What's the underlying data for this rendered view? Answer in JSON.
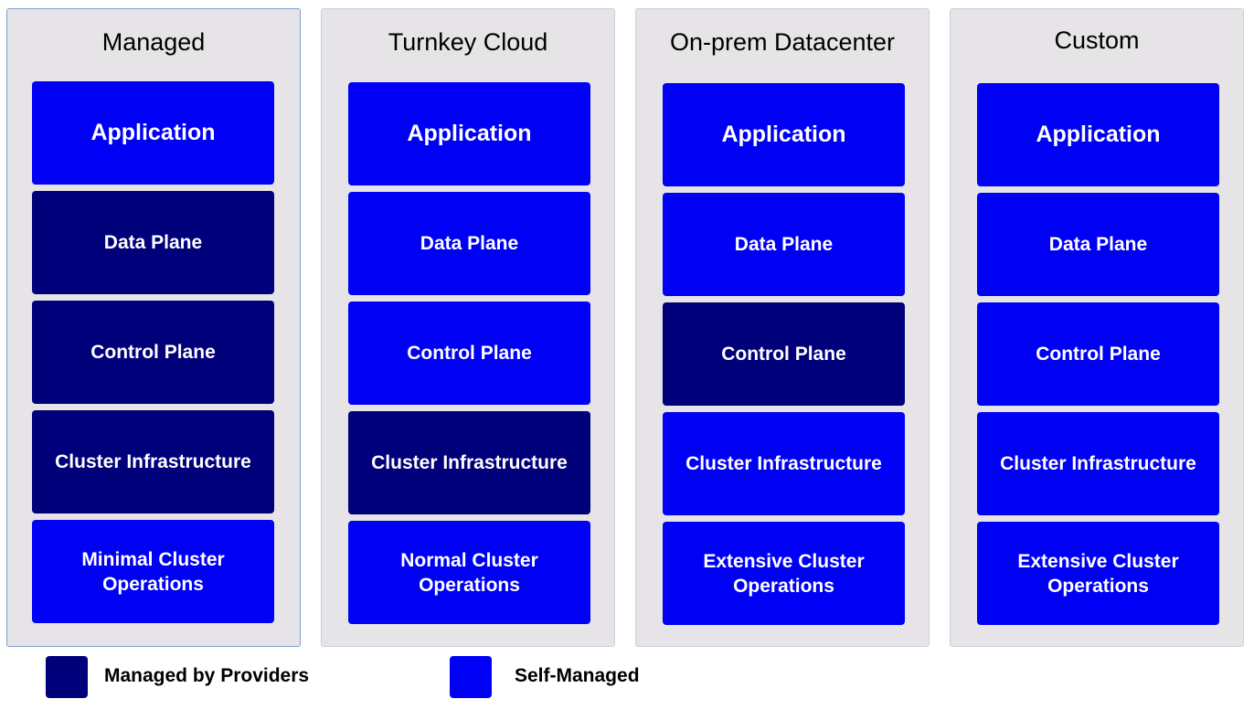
{
  "columns": [
    {
      "title": "Managed",
      "layers": [
        {
          "label": "Application",
          "managed_by": "self"
        },
        {
          "label": "Data Plane",
          "managed_by": "provider"
        },
        {
          "label": "Control Plane",
          "managed_by": "provider"
        },
        {
          "label": "Cluster Infrastructure",
          "managed_by": "provider"
        },
        {
          "label": "Minimal Cluster Operations",
          "managed_by": "self"
        }
      ]
    },
    {
      "title": "Turnkey Cloud",
      "layers": [
        {
          "label": "Application",
          "managed_by": "self"
        },
        {
          "label": "Data Plane",
          "managed_by": "self"
        },
        {
          "label": "Control Plane",
          "managed_by": "self"
        },
        {
          "label": "Cluster Infrastructure",
          "managed_by": "provider"
        },
        {
          "label": "Normal Cluster Operations",
          "managed_by": "self"
        }
      ]
    },
    {
      "title": "On-prem Datacenter",
      "layers": [
        {
          "label": "Application",
          "managed_by": "self"
        },
        {
          "label": "Data Plane",
          "managed_by": "self"
        },
        {
          "label": "Control Plane",
          "managed_by": "provider"
        },
        {
          "label": "Cluster Infrastructure",
          "managed_by": "self"
        },
        {
          "label": "Extensive Cluster Operations",
          "managed_by": "self"
        }
      ]
    },
    {
      "title": "Custom",
      "layers": [
        {
          "label": "Application",
          "managed_by": "self"
        },
        {
          "label": "Data Plane",
          "managed_by": "self"
        },
        {
          "label": "Control Plane",
          "managed_by": "self"
        },
        {
          "label": "Cluster Infrastructure",
          "managed_by": "self"
        },
        {
          "label": "Extensive Cluster Operations",
          "managed_by": "self"
        }
      ]
    }
  ],
  "legend": {
    "provider_label": "Managed by Providers",
    "self_label": "Self-Managed"
  },
  "colors": {
    "provider": "#00007a",
    "self": "#0000f5",
    "panel_bg": "#e6e4e6"
  }
}
